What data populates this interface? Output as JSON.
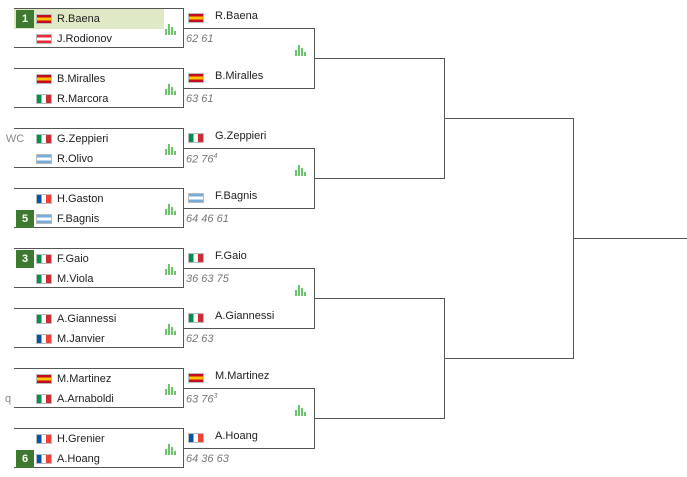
{
  "colors": {
    "seed_bg": "#3d7a2f",
    "winner_highlight": "#dfe9c5",
    "stats_icon": "#6cc36c",
    "line": "#555555"
  },
  "flags": {
    "ESP": [
      "#c60b1e",
      "#ffc400",
      "#c60b1e"
    ],
    "AUT": [
      "#ed2939",
      "#ffffff",
      "#ed2939"
    ],
    "ITA": [
      "#009246",
      "#ffffff",
      "#ce2b37"
    ],
    "ARG": [
      "#74acdf",
      "#ffffff",
      "#74acdf"
    ],
    "FRA": [
      "#0055a4",
      "#ffffff",
      "#ef4135"
    ]
  },
  "round1": [
    {
      "top": {
        "seed": "1",
        "entry": "",
        "name": "R.Baena",
        "flag": "ESP"
      },
      "bottom": {
        "seed": "",
        "entry": "",
        "name": "J.Rodionov",
        "flag": "AUT"
      },
      "winner_row": "top"
    },
    {
      "top": {
        "seed": "",
        "entry": "",
        "name": "B.Miralles",
        "flag": "ESP"
      },
      "bottom": {
        "seed": "",
        "entry": "",
        "name": "R.Marcora",
        "flag": "ITA"
      },
      "winner_row": ""
    },
    {
      "top": {
        "seed": "",
        "entry": "WC",
        "name": "G.Zeppieri",
        "flag": "ITA"
      },
      "bottom": {
        "seed": "",
        "entry": "",
        "name": "R.Olivo",
        "flag": "ARG"
      },
      "winner_row": ""
    },
    {
      "top": {
        "seed": "",
        "entry": "",
        "name": "H.Gaston",
        "flag": "FRA"
      },
      "bottom": {
        "seed": "5",
        "entry": "",
        "name": "F.Bagnis",
        "flag": "ARG"
      },
      "winner_row": ""
    },
    {
      "top": {
        "seed": "3",
        "entry": "",
        "name": "F.Gaio",
        "flag": "ITA"
      },
      "bottom": {
        "seed": "",
        "entry": "",
        "name": "M.Viola",
        "flag": "ITA"
      },
      "winner_row": ""
    },
    {
      "top": {
        "seed": "",
        "entry": "",
        "name": "A.Giannessi",
        "flag": "ITA"
      },
      "bottom": {
        "seed": "",
        "entry": "",
        "name": "M.Janvier",
        "flag": "FRA"
      },
      "winner_row": ""
    },
    {
      "top": {
        "seed": "",
        "entry": "",
        "name": "M.Martinez",
        "flag": "ESP"
      },
      "bottom": {
        "seed": "",
        "entry": "q",
        "name": "A.Arnaboldi",
        "flag": "ITA"
      },
      "winner_row": ""
    },
    {
      "top": {
        "seed": "",
        "entry": "",
        "name": "H.Grenier",
        "flag": "FRA"
      },
      "bottom": {
        "seed": "6",
        "entry": "",
        "name": "A.Hoang",
        "flag": "FRA"
      },
      "winner_row": ""
    }
  ],
  "round2": [
    {
      "winner": "R.Baena",
      "flag": "ESP",
      "score": "62 61",
      "tb": ""
    },
    {
      "winner": "B.Miralles",
      "flag": "ESP",
      "score": "63 61",
      "tb": ""
    },
    {
      "winner": "G.Zeppieri",
      "flag": "ITA",
      "score": "62 76",
      "tb": "4"
    },
    {
      "winner": "F.Bagnis",
      "flag": "ARG",
      "score": "64 46 61",
      "tb": ""
    },
    {
      "winner": "F.Gaio",
      "flag": "ITA",
      "score": "36 63 75",
      "tb": ""
    },
    {
      "winner": "A.Giannessi",
      "flag": "ITA",
      "score": "62 63",
      "tb": ""
    },
    {
      "winner": "M.Martinez",
      "flag": "ESP",
      "score": "63 76",
      "tb": "3"
    },
    {
      "winner": "A.Hoang",
      "flag": "FRA",
      "score": "64 36 63",
      "tb": ""
    }
  ]
}
